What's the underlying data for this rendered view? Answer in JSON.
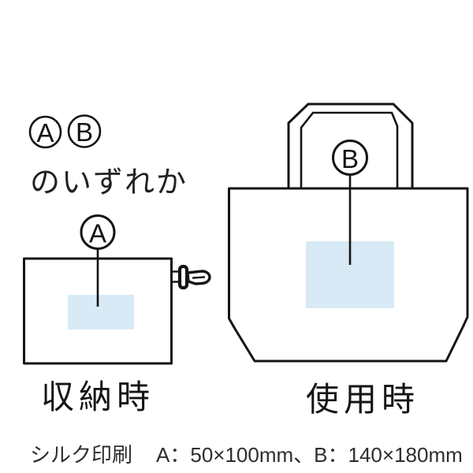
{
  "colors": {
    "line": "#141414",
    "print_area": "#d8eaf6",
    "background": "#ffffff"
  },
  "legend": {
    "marker_a": "A",
    "marker_b": "B",
    "note": "のいずれか"
  },
  "stored_bag": {
    "marker": "A",
    "caption": "収納時"
  },
  "in_use_bag": {
    "marker": "B",
    "caption": "使用時"
  },
  "footer": {
    "method": "シルク印刷",
    "sizes": "A：50×100mm、B：140×180mm"
  }
}
